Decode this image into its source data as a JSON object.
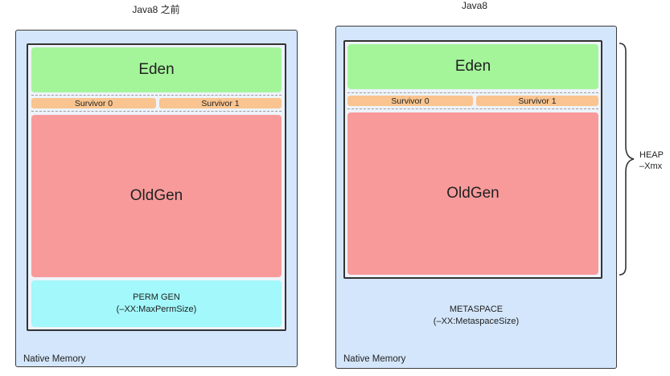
{
  "left": {
    "title": "Java8 之前",
    "eden": "Eden",
    "survivor0": "Survivor 0",
    "survivor1": "Survivor 1",
    "oldgen": "OldGen",
    "permgen_line1": "PERM GEN",
    "permgen_line2": "(–XX:MaxPermSize)",
    "native": "Native Memory"
  },
  "right": {
    "title": "Java8",
    "eden": "Eden",
    "survivor0": "Survivor 0",
    "survivor1": "Survivor 1",
    "oldgen": "OldGen",
    "metaspace_line1": "METASPACE",
    "metaspace_line2": "(–XX:MetaspaceSize)",
    "native": "Native Memory"
  },
  "heap_annotation": {
    "line1": "HEAP",
    "line2": "–Xmx"
  },
  "colors": {
    "native_bg": "#d4e6fb",
    "eden": "#a4f59a",
    "survivor": "#f9c48f",
    "oldgen": "#f99a9a",
    "permgen": "#a2f8fa"
  }
}
